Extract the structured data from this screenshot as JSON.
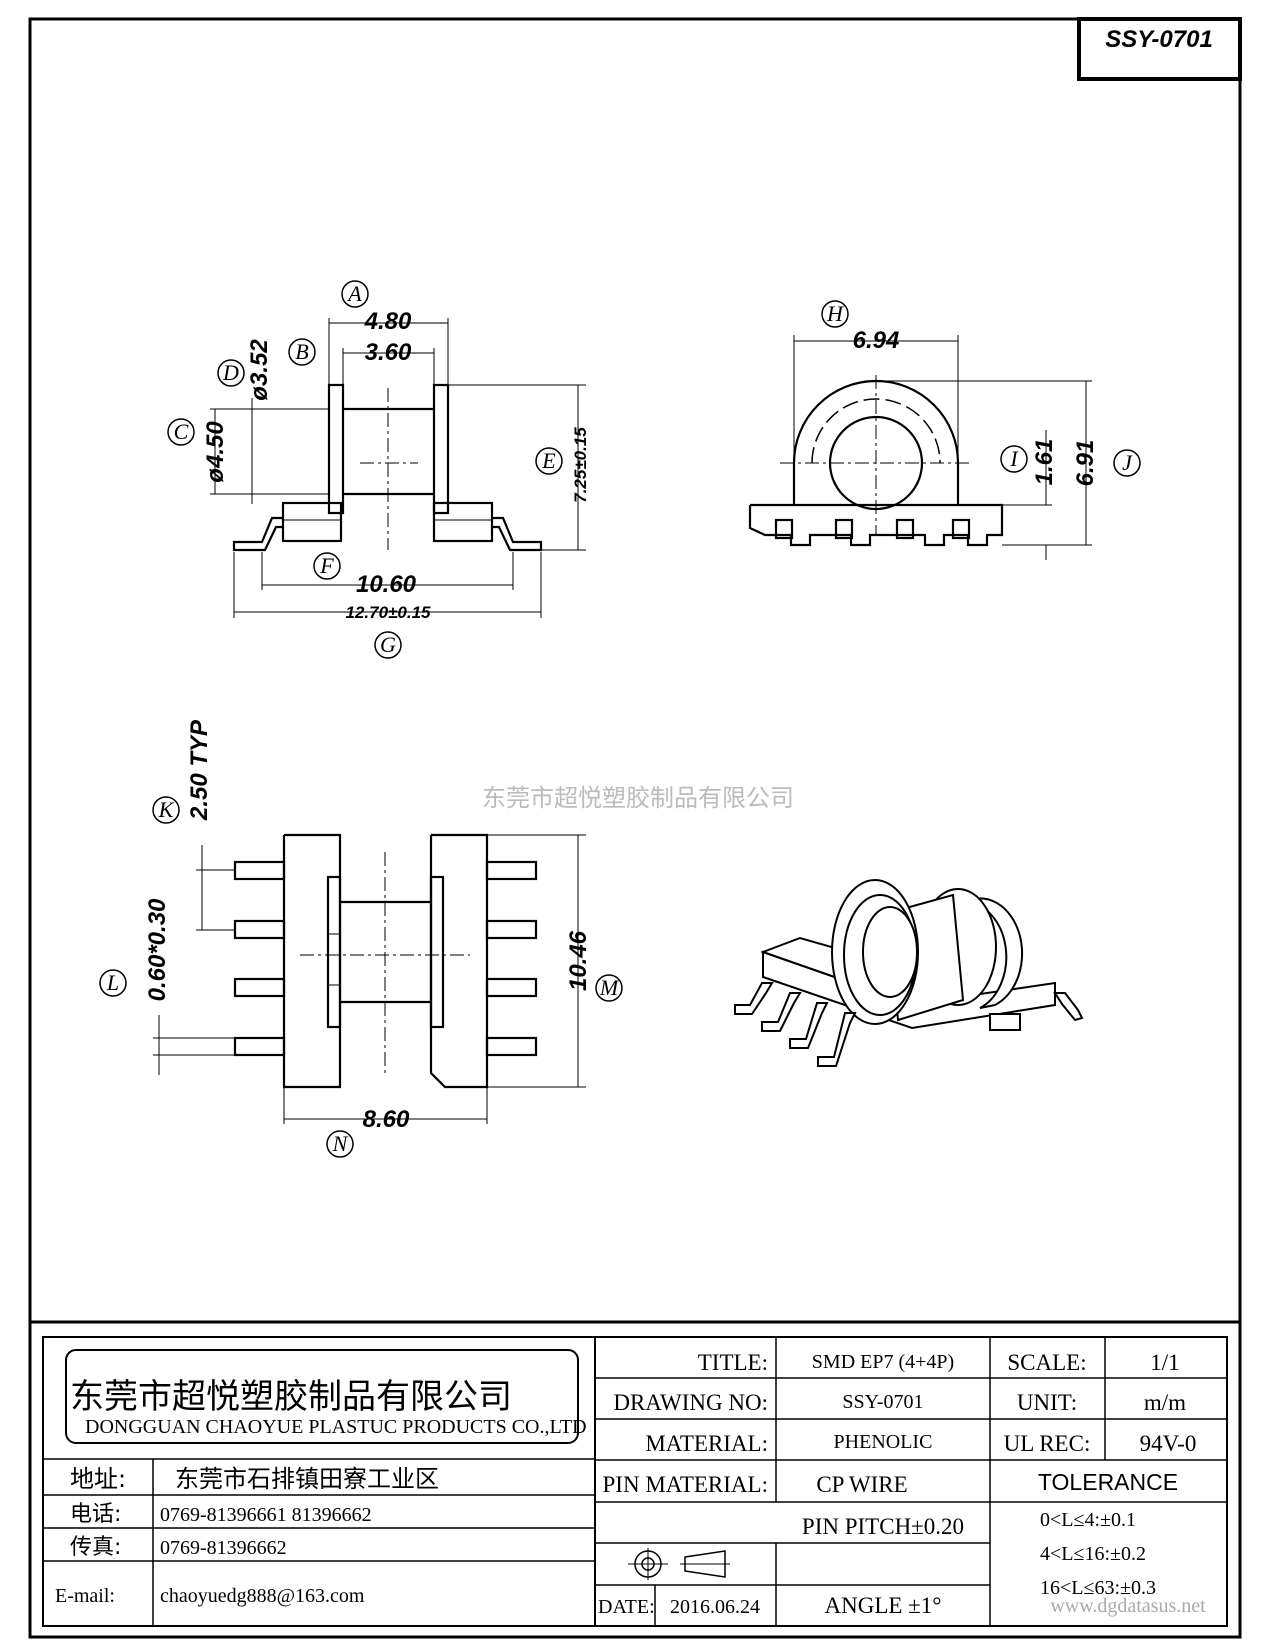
{
  "drawing_id": "SSY-0701",
  "watermark": "东莞市超悦塑胶制品有限公司",
  "watermark_url": "www.dgdatasus.net",
  "callouts": {
    "A": {
      "letter": "A",
      "value": "4.80"
    },
    "B": {
      "letter": "B",
      "value": "3.60"
    },
    "C": {
      "letter": "C",
      "value": "ø4.50"
    },
    "D": {
      "letter": "D",
      "value": "ø3.52"
    },
    "E": {
      "letter": "E",
      "value": "7.25±0.15"
    },
    "F": {
      "letter": "F",
      "value": "10.60"
    },
    "G": {
      "letter": "G",
      "value": "12.70±0.15"
    },
    "H": {
      "letter": "H",
      "value": "6.94"
    },
    "I": {
      "letter": "I",
      "value": "1.61"
    },
    "J": {
      "letter": "J",
      "value": "6.91"
    },
    "K": {
      "letter": "K",
      "value": "2.50 TYP"
    },
    "L": {
      "letter": "L",
      "value": "0.60*0.30"
    },
    "M": {
      "letter": "M",
      "value": "10.46"
    },
    "N": {
      "letter": "N",
      "value": "8.60"
    }
  },
  "company": {
    "name_cn": "东莞市超悦塑胶制品有限公司",
    "name_en": "DONGGUAN CHAOYUE PLASTUC PRODUCTS CO.,LTD",
    "address_label": "地址:",
    "address": "东莞市石排镇田寮工业区",
    "phone_label": "电话:",
    "phone": "0769-81396661   81396662",
    "fax_label": "传真:",
    "fax": "0769-81396662",
    "email_label": "E-mail:",
    "email": "chaoyuedg888@163.com"
  },
  "title_block": {
    "title_label": "TITLE:",
    "title": "SMD EP7 (4+4P)",
    "drawing_no_label": "DRAWING NO:",
    "drawing_no": "SSY-0701",
    "material_label": "MATERIAL:",
    "material": "PHENOLIC",
    "pin_material_label": "PIN MATERIAL:",
    "pin_material": "CP WIRE",
    "pin_pitch": "PIN PITCH±0.20",
    "date_label": "DATE:",
    "date": "2016.06.24",
    "angle": "ANGLE  ±1°",
    "scale_label": "SCALE:",
    "scale": "1/1",
    "unit_label": "UNIT:",
    "unit": "m/m",
    "ul_label": "UL REC:",
    "ul": "94V-0",
    "tolerance_label": "TOLERANCE",
    "tol1": "0<L≤4:±0.1",
    "tol2": "4<L≤16:±0.2",
    "tol3": "16<L≤63:±0.3"
  }
}
